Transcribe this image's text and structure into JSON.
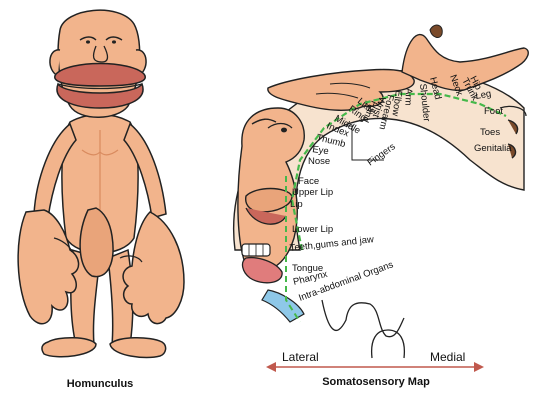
{
  "captions": {
    "left": "Homunculus",
    "right": "Somatosensory Map"
  },
  "axis": {
    "left": "Lateral",
    "right": "Medial"
  },
  "regions": [
    "Genitalia",
    "Toes",
    "Foot",
    "Leg",
    "Hip",
    "Trunk",
    "Neck",
    "Head",
    "Shoulder",
    "Arm",
    "Elbow",
    "Forearm",
    "Wrist",
    "Hand",
    "Little",
    "Ring",
    "Middle",
    "Index",
    "Thumb",
    "Eye",
    "Nose",
    "Face",
    "Upper Lip",
    "Lip",
    "Lower Lip",
    "Teeth,gums and jaw",
    "Tongue",
    "Pharynx",
    "Intra-abdominal Organs"
  ],
  "group_label": "Fingers",
  "colors": {
    "skin": "#f2b48c",
    "skin_shadow": "#d98b5f",
    "lip": "#c9675b",
    "cortex_tick": "#45b84a",
    "arrow": "#c0594d",
    "tongue": "#e07c7c",
    "pharynx": "#8ec8e8"
  }
}
